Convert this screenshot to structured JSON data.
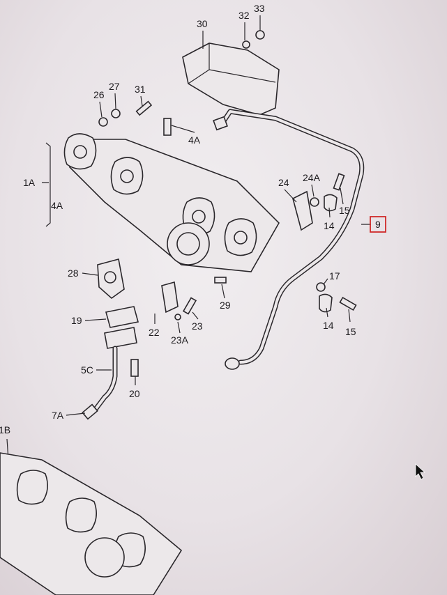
{
  "diagram": {
    "labels": {
      "p30": "30",
      "p32": "32",
      "p33": "33",
      "p26": "26",
      "p27": "27",
      "p31": "31",
      "p4A_top": "4A",
      "p1A": "1A",
      "p4A_left": "4A",
      "p24": "24",
      "p24A": "24A",
      "p15_top": "15",
      "p14_top": "14",
      "p9": "9",
      "p28": "28",
      "p17": "17",
      "p19": "19",
      "p22": "22",
      "p23": "23",
      "p29": "29",
      "p23A": "23A",
      "p14_bottom": "14",
      "p15_bottom": "15",
      "p5C": "5C",
      "p20": "20",
      "p7A": "7A",
      "p1B": "1B"
    },
    "highlight_color": "#d02a2a"
  }
}
